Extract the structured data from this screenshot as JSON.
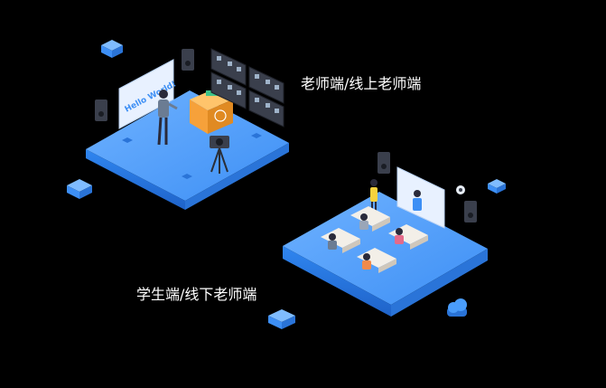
{
  "labels": {
    "teacher_side": "老师端/线上老师端",
    "student_side": "学生端/线下老师端"
  },
  "screen_text": "Hello World!",
  "colors": {
    "background": "#000000",
    "platform_top": "#4a9dfb",
    "platform_side": "#2f7fe6",
    "accent_orange": "#f6a13a",
    "text": "#ffffff"
  },
  "icons": [
    "cube-icon",
    "speaker-icon",
    "video-wall-icon",
    "camera-icon",
    "cloud-icon",
    "webcam-icon"
  ]
}
